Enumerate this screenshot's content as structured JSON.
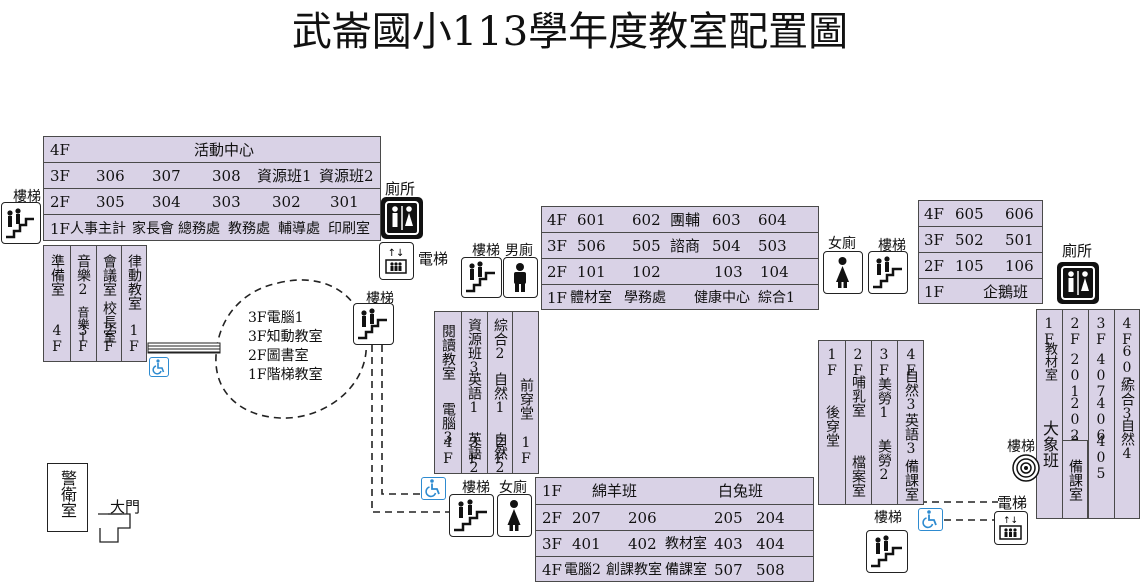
{
  "title": "武崙國小113學年度教室配置圖",
  "labels": {
    "stairs": "樓梯",
    "toilet": "廁所",
    "elevator": "電梯",
    "mens_toilet": "男廁",
    "womens_toilet": "女廁",
    "main_gate": "大門",
    "guard_room": "警衛室"
  },
  "building_west": {
    "f4": {
      "floor": "4F",
      "name": "活動中心"
    },
    "f3": {
      "floor": "3F",
      "rooms": [
        "306",
        "307",
        "308",
        "資源班1",
        "資源班2"
      ]
    },
    "f2": {
      "floor": "2F",
      "rooms": [
        "305",
        "304",
        "303",
        "302",
        "301"
      ]
    },
    "f1": {
      "floor": "1F",
      "rooms": [
        "人事主計",
        "家長會",
        "總務處",
        "教務處",
        "輔導處",
        "印刷室"
      ]
    }
  },
  "annex_west": [
    {
      "floor": "4F",
      "rooms": [
        "準備室"
      ]
    },
    {
      "floor": "3F",
      "rooms": [
        "音樂1",
        "音樂2"
      ]
    },
    {
      "floor": "2F",
      "rooms": [
        "校長室",
        "會議室"
      ]
    },
    {
      "floor": "1F",
      "rooms": [
        "律動教室"
      ]
    }
  ],
  "round_building": [
    "3F電腦1",
    "3F知動教室",
    "2F圖書室",
    "1F階梯教室"
  ],
  "building_center": {
    "f4": {
      "floor": "4F",
      "rooms": [
        "601",
        "602",
        "團輔",
        "603",
        "604"
      ]
    },
    "f3": {
      "floor": "3F",
      "rooms": [
        "506",
        "505",
        "諮商",
        "504",
        "503"
      ]
    },
    "f2": {
      "floor": "2F",
      "rooms": [
        "101",
        "102",
        "103",
        "104"
      ]
    },
    "f1": {
      "floor": "1F",
      "rooms": [
        "體材室",
        "學務處",
        "健康中心",
        "綜合1"
      ]
    }
  },
  "building_center_east": {
    "f4": {
      "floor": "4F",
      "rooms": [
        "605",
        "606"
      ]
    },
    "f3": {
      "floor": "3F",
      "rooms": [
        "502",
        "501"
      ]
    },
    "f2": {
      "floor": "2F",
      "rooms": [
        "105",
        "106"
      ]
    },
    "f1": {
      "floor": "1F",
      "rooms": [
        "企鵝班"
      ]
    }
  },
  "building_middle": [
    {
      "floor": "4F",
      "top": "閱讀教室",
      "bottom": "電腦3"
    },
    {
      "floor": "3F",
      "top": "資源班3",
      "bottom": "英語1 英語2"
    },
    {
      "floor": "2F",
      "top": "綜合2",
      "bottom": "自然1 自然2"
    },
    {
      "floor": "1F",
      "top": "",
      "bottom": "前穿堂"
    }
  ],
  "building_south": {
    "f1": {
      "floor": "1F",
      "rooms": [
        "綿羊班",
        "白兔班"
      ]
    },
    "f2": {
      "floor": "2F",
      "rooms": [
        "207",
        "206",
        "205",
        "204"
      ]
    },
    "f3": {
      "floor": "3F",
      "rooms": [
        "401",
        "402",
        "教材室",
        "403",
        "404"
      ]
    },
    "f4": {
      "floor": "4F",
      "rooms": [
        "電腦2",
        "創課教室",
        "備課室",
        "507",
        "508"
      ]
    }
  },
  "building_east": [
    {
      "floor": "1F",
      "rooms": [
        "後穿堂"
      ]
    },
    {
      "floor": "2F",
      "rooms": [
        "哺乳室",
        "檔案室"
      ]
    },
    {
      "floor": "3F",
      "rooms": [
        "美勞1",
        "美勞2"
      ]
    },
    {
      "floor": "4F",
      "rooms": [
        "自然3",
        "英語3",
        "備課室"
      ]
    }
  ],
  "building_far_east": [
    {
      "floor": "1F",
      "rooms": [
        "教材室",
        "大象班"
      ]
    },
    {
      "floor": "2F",
      "rooms": [
        "201",
        "202",
        "203"
      ]
    },
    {
      "floor": "3F",
      "rooms": [
        "407",
        "406",
        "405"
      ]
    },
    {
      "floor": "4F",
      "rooms": [
        "607",
        "綜合3",
        "自然4",
        "備課室"
      ]
    }
  ],
  "colors": {
    "building_fill": "#d9d2e6",
    "outline": "#4a4a4a",
    "accessible_blue": "#2e8bd0"
  },
  "icons": [
    "stairs-icon",
    "restroom-icon",
    "elevator-icon",
    "male-icon",
    "female-icon",
    "wheelchair-icon",
    "spiral-stairs-icon"
  ]
}
